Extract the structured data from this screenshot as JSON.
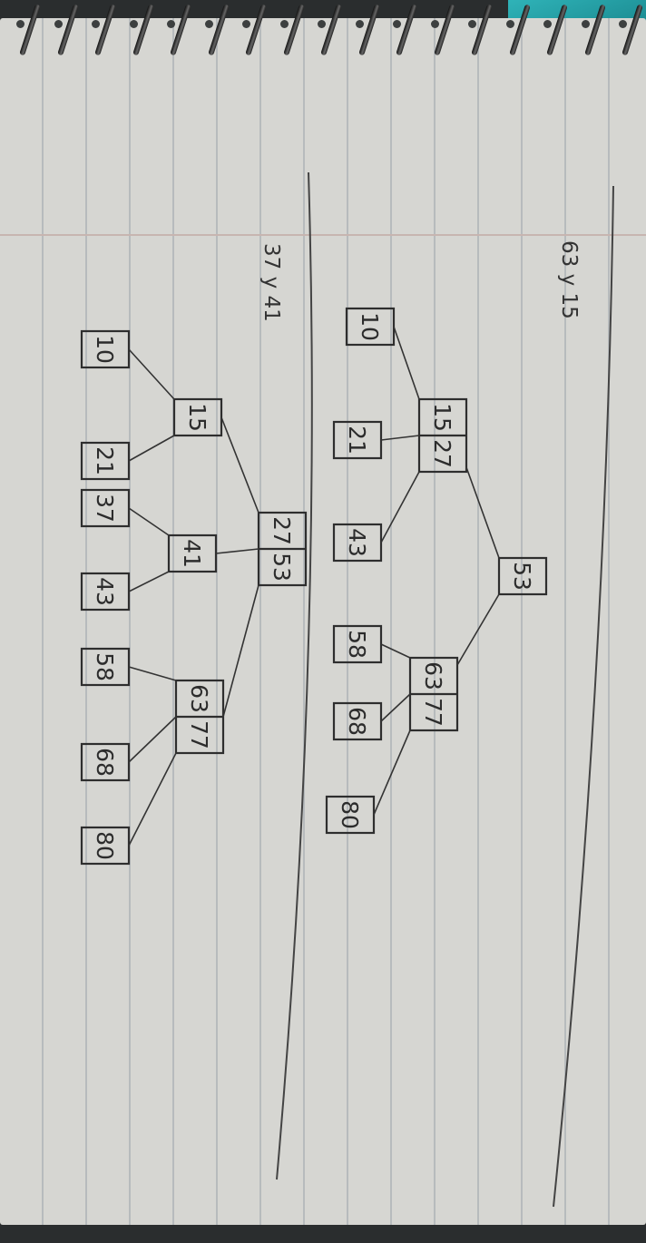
{
  "section1": {
    "caption": "63 y 15",
    "root": {
      "keys": [
        "53"
      ]
    },
    "left": {
      "keys": [
        "15",
        "27"
      ]
    },
    "right": {
      "keys": [
        "63",
        "77"
      ]
    },
    "leaves": [
      {
        "keys": [
          "10"
        ]
      },
      {
        "keys": [
          "21"
        ]
      },
      {
        "keys": [
          "43"
        ]
      },
      {
        "keys": [
          "58"
        ]
      },
      {
        "keys": [
          "68"
        ]
      },
      {
        "keys": [
          "80"
        ]
      }
    ]
  },
  "section2": {
    "caption": "37 y 41",
    "root": {
      "keys": [
        "27",
        "53"
      ]
    },
    "mid": [
      {
        "keys": [
          "15"
        ]
      },
      {
        "keys": [
          "41"
        ]
      },
      {
        "keys": [
          "63",
          "77"
        ]
      }
    ],
    "leaves": [
      {
        "keys": [
          "10"
        ]
      },
      {
        "keys": [
          "21"
        ]
      },
      {
        "keys": [
          "37"
        ]
      },
      {
        "keys": [
          "43"
        ]
      },
      {
        "keys": [
          "58"
        ]
      },
      {
        "keys": [
          "68"
        ]
      },
      {
        "keys": [
          "80"
        ]
      }
    ]
  }
}
